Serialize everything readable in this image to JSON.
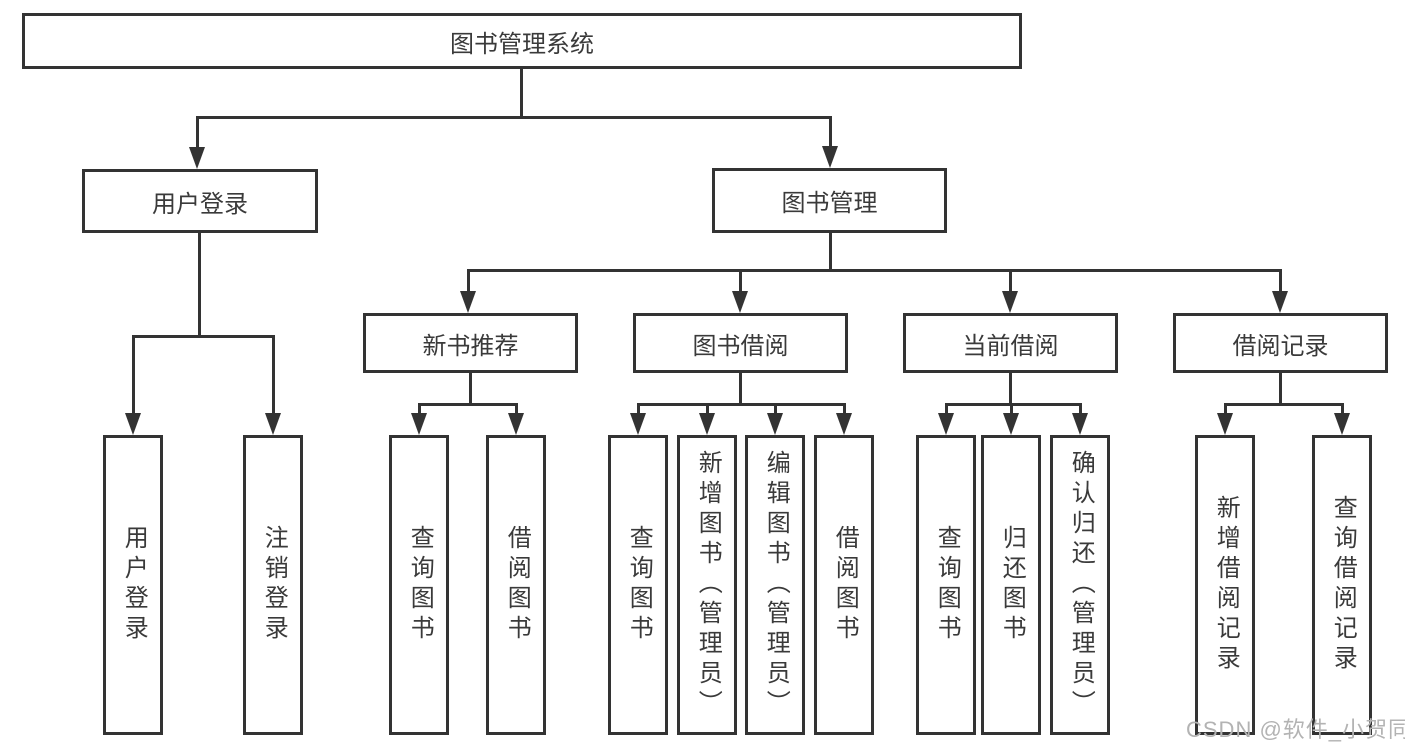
{
  "diagram": {
    "tree": {
      "label": "图书管理系统",
      "children": [
        {
          "label": "用户登录",
          "children": [
            {
              "label": "用户登录"
            },
            {
              "label": "注销登录"
            }
          ]
        },
        {
          "label": "图书管理",
          "children": [
            {
              "label": "新书推荐",
              "children": [
                {
                  "label": "查询图书"
                },
                {
                  "label": "借阅图书"
                }
              ]
            },
            {
              "label": "图书借阅",
              "children": [
                {
                  "label": "查询图书"
                },
                {
                  "label": "新增图书（管理员）"
                },
                {
                  "label": "编辑图书（管理员）"
                },
                {
                  "label": "借阅图书"
                }
              ]
            },
            {
              "label": "当前借阅",
              "children": [
                {
                  "label": "查询图书"
                },
                {
                  "label": "归还图书"
                },
                {
                  "label": "确认归还（管理员）"
                }
              ]
            },
            {
              "label": "借阅记录",
              "children": [
                {
                  "label": "新增借阅记录"
                },
                {
                  "label": "查询借阅记录"
                }
              ]
            }
          ]
        }
      ]
    }
  },
  "watermark": "CSDN @软件_小贺同学",
  "colors": {
    "line": "#333333",
    "text": "#3a3a3a",
    "watermark": "#b3b3b3",
    "background": "#ffffff"
  }
}
